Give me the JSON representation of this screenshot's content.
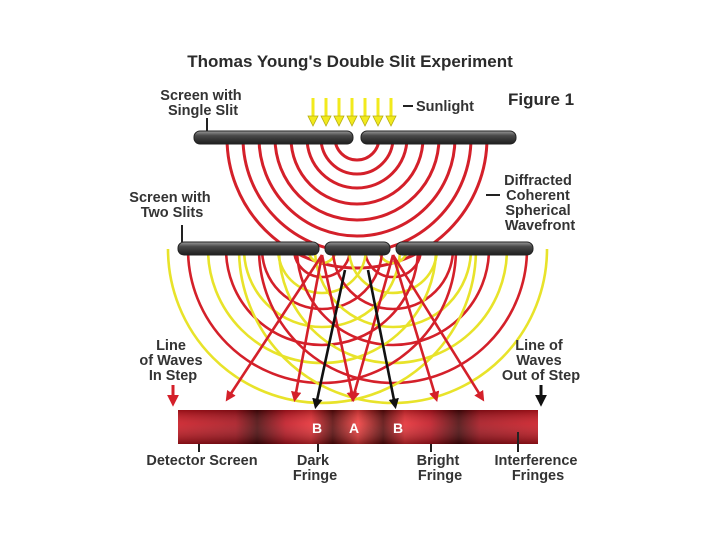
{
  "title": "Thomas Young's Double Slit Experiment",
  "figure_label": "Figure 1",
  "labels": {
    "single_slit": [
      "Screen with",
      "Single Slit"
    ],
    "sunlight": "Sunlight",
    "diffracted": [
      "Diffracted",
      "Coherent",
      "Spherical",
      "Wavefront"
    ],
    "two_slits": [
      "Screen with",
      "Two Slits"
    ],
    "in_step": [
      "Line",
      "of Waves",
      "In Step"
    ],
    "out_of_step": [
      "Line of",
      "Waves",
      "Out of Step"
    ],
    "detector": "Detector Screen",
    "dark_fringe": [
      "Dark",
      "Fringe"
    ],
    "bright_fringe": [
      "Bright",
      "Fringe"
    ],
    "interference": [
      "Interference",
      "Fringes"
    ]
  },
  "detector_marks": [
    "B",
    "A",
    "B"
  ],
  "colors": {
    "red_wave": "#d4202a",
    "yellow_wave": "#e8e32a",
    "sunlight": "#f2ea1c",
    "plate_dark": "#3a3a3a",
    "bar_red": "#c8141e"
  }
}
